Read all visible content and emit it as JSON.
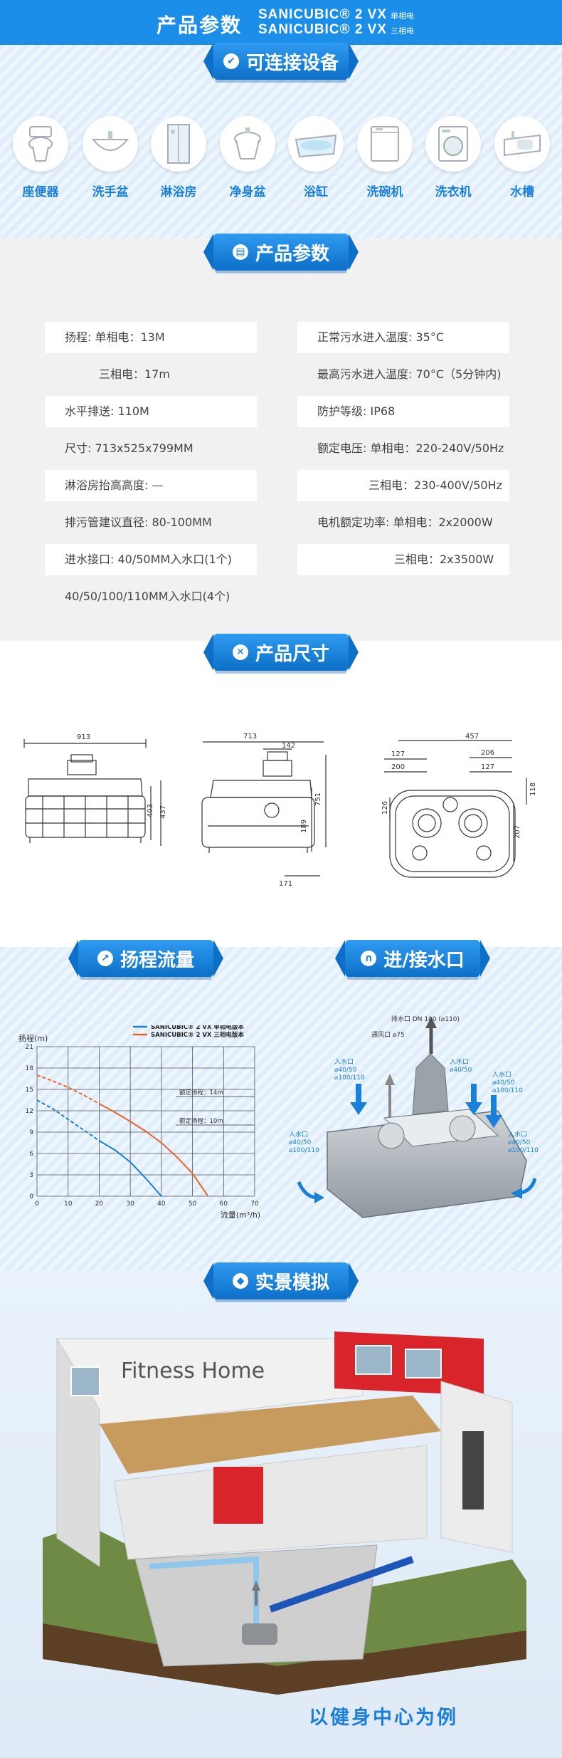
{
  "header": {
    "title": "产品参数",
    "brand_line1": "SANICUBIC® 2 VX",
    "phase_line1": "单相电",
    "brand_line2": "SANICUBIC® 2 VX",
    "phase_line2": "三相电"
  },
  "sections": {
    "devices": "可连接设备",
    "params": "产品参数",
    "dimensions": "产品尺寸",
    "flow": "扬程流量",
    "inlet": "进/接水口",
    "scene": "实景模拟"
  },
  "devices": [
    "座便器",
    "洗手盆",
    "淋浴房",
    "净身盆",
    "浴缸",
    "洗碗机",
    "洗衣机",
    "水槽"
  ],
  "specs": {
    "left": [
      "扬程: 单相电：13M",
      "三相电：17m",
      "水平排送: 110M",
      "尺寸: 713x525x799MM",
      "淋浴房抬高高度: —",
      "排污管建议直径: 80-100MM",
      "进水接口: 40/50MM入水口(1个)",
      "40/50/100/110MM入水口(4个)"
    ],
    "right": [
      "正常污水进入温度: 35°C",
      "最高污水进入温度: 70°C（5分钟内)",
      "防护等级: IP68",
      "额定电压: 单相电：220-240V/50Hz",
      "三相电：230-400V/50Hz",
      "电机额定功率: 单相电：2x2000W",
      "三相电：2x3500W"
    ]
  },
  "dimensions": {
    "front": [
      "913",
      "403",
      "437"
    ],
    "side": [
      "713",
      "142",
      "751",
      "189",
      "171"
    ],
    "top": [
      "457",
      "127",
      "206",
      "200",
      "127",
      "118",
      "126",
      "207"
    ]
  },
  "chart_data": {
    "type": "line",
    "ylabel": "扬程(m)",
    "xlabel": "流量(m³/h)",
    "xlim": [
      0,
      70
    ],
    "ylim": [
      0,
      21
    ],
    "x_ticks": [
      "0",
      "10",
      "20",
      "30",
      "40",
      "50",
      "60",
      "70"
    ],
    "y_ticks": [
      "0",
      "3",
      "6",
      "9",
      "12",
      "15",
      "18",
      "21"
    ],
    "grid": true,
    "legend_position": "top-right",
    "series": [
      {
        "name": "SANICUBIC® 2 VX 单相电版本",
        "color": "#1a7fd8",
        "x": [
          0,
          5,
          10,
          15,
          20,
          25,
          30,
          35,
          40
        ],
        "y": [
          13.5,
          12.3,
          10.8,
          9.3,
          7.8,
          6.5,
          4.8,
          2.5,
          0
        ]
      },
      {
        "name": "SANICUBIC® 2 VX 三相电版本",
        "color": "#e8652a",
        "x": [
          0,
          5,
          10,
          15,
          20,
          25,
          30,
          35,
          40,
          45,
          50,
          55
        ],
        "y": [
          17,
          16.2,
          15.3,
          14.2,
          13,
          11.8,
          10.5,
          9.1,
          7.5,
          5.5,
          3.2,
          0
        ]
      }
    ],
    "annotations": [
      "额定扬程：14m",
      "额定扬程：10m"
    ]
  },
  "inlet_diagram": {
    "outlet": "排水口 DN 100 (⌀110)",
    "vent": "通风口 ⌀75",
    "inlets": [
      "入水口\n⌀40/50\n⌀100/110",
      "入水口\n⌀40/50",
      "入水口\n⌀40/50\n⌀100/110",
      "入水口\n⌀40/50\n⌀100/110",
      "入水口\n⌀40/50\n⌀100/110"
    ]
  },
  "scene": {
    "sign": "Fitness Home",
    "caption": "以健身中心为例"
  },
  "colors": {
    "primary": "#1a8ee8",
    "accent": "#1a7fd8",
    "series1": "#1a7fd8",
    "series2": "#e8652a"
  }
}
